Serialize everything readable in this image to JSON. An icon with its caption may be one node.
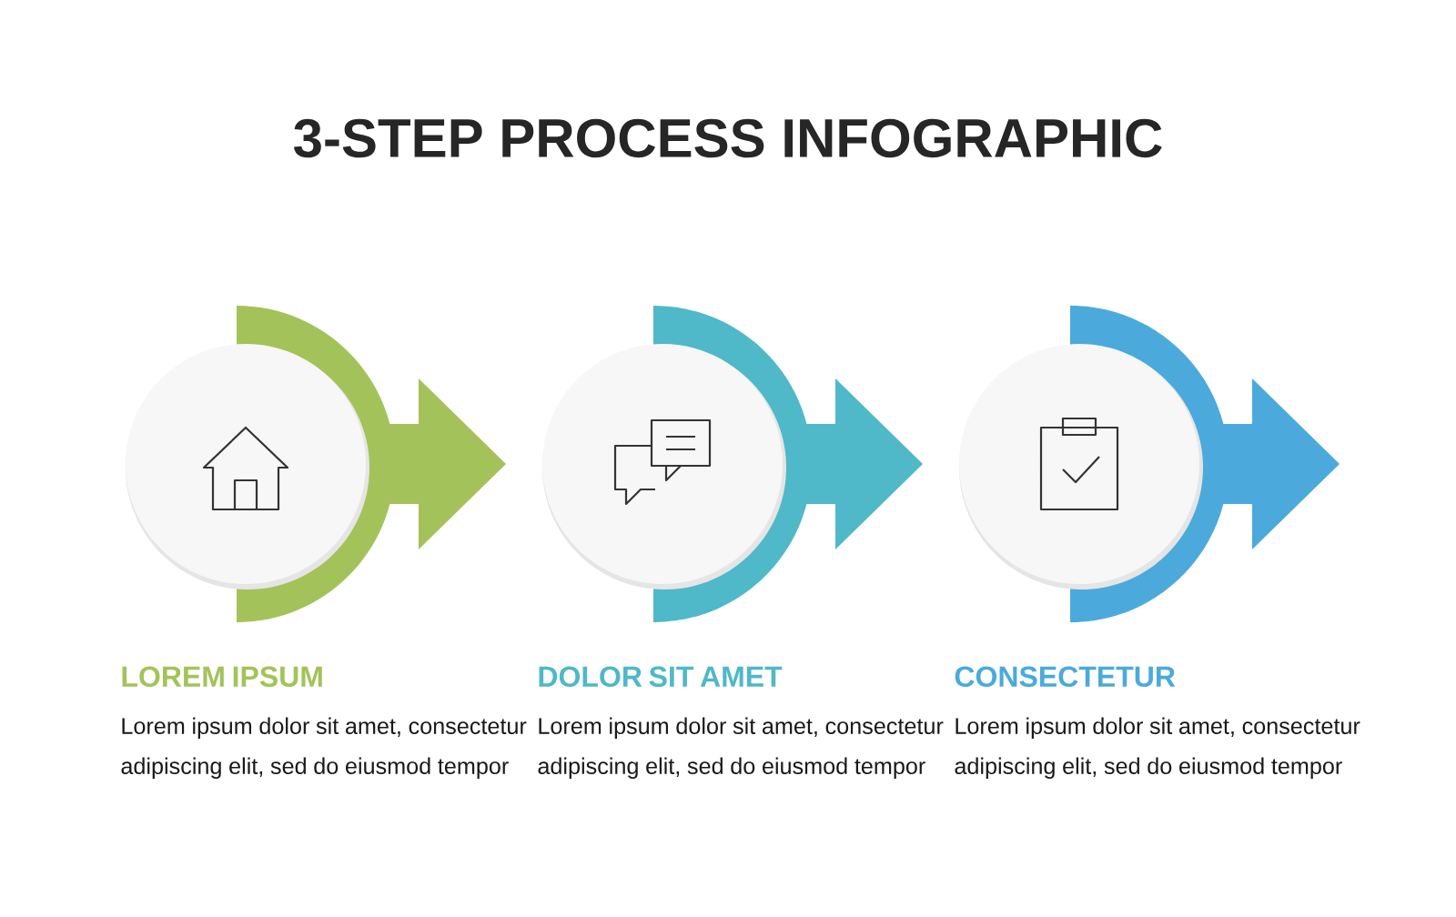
{
  "diagram": {
    "title": "3-STEP PROCESS INFOGRAPHIC",
    "nodes": [
      {
        "text": [
          "LOREM IPSUM",
          "Lorem ipsum dolor sit amet, consectetur adipiscing elit, sed do eiusmod tempor"
        ]
      },
      {
        "text": [
          "DOLOR SIT AMET",
          "Lorem ipsum dolor sit amet, consectetur adipiscing elit, sed do eiusmod tempor"
        ]
      },
      {
        "text": [
          "CONSECTETUR",
          "Lorem ipsum dolor sit amet, consectetur adipiscing elit, sed do eiusmod tempor"
        ]
      }
    ]
  }
}
